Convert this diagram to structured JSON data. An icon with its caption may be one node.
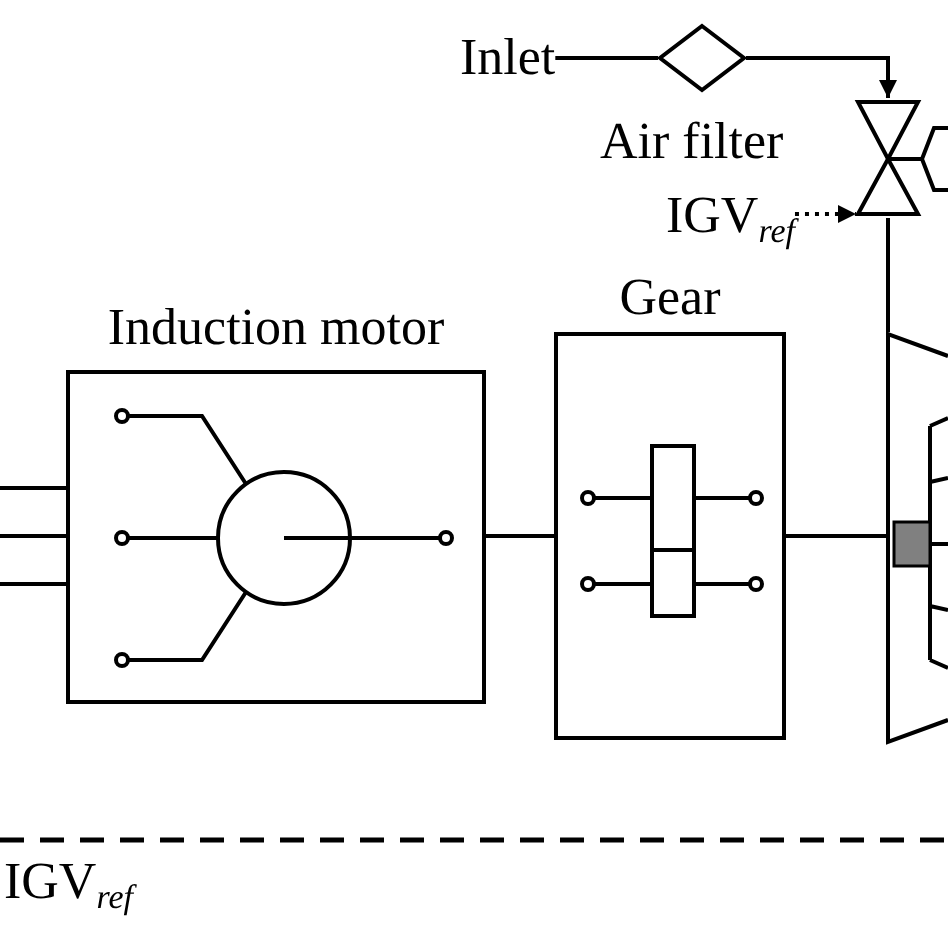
{
  "diagram": {
    "nodes": [
      {
        "text": [
          "Inlet"
        ]
      },
      {
        "text": [],
        "shape": "diamond",
        "beside": [
          "Air filter"
        ]
      },
      {
        "text": [],
        "shape": "valve"
      },
      {
        "text": [
          "IGV$_{ref}$"
        ]
      },
      {
        "text": [
          "Induction motor"
        ]
      },
      {
        "text": [
          "Gear"
        ]
      },
      {
        "text": [],
        "shape": "trapezoid"
      }
    ],
    "edges": [
      {
        "from": 0,
        "to": 1,
        "arrow": "none"
      },
      {
        "from": 1,
        "to": 2,
        "arrow": "to"
      },
      {
        "from": 3,
        "to": 2,
        "arrow": "to",
        "style": "dashed"
      },
      {
        "from": 2,
        "to": 6,
        "arrow": "none"
      },
      {
        "from": 4,
        "to": 5,
        "arrow": "none"
      },
      {
        "from": 5,
        "to": 6,
        "arrow": "none"
      },
      {
        "from": null,
        "to": 4,
        "arrow": "none"
      },
      {
        "from": null,
        "to": 4,
        "arrow": "none"
      },
      {
        "from": null,
        "to": 4,
        "arrow": "none"
      }
    ],
    "labels": [
      "IGV$_{ref}$"
    ]
  }
}
